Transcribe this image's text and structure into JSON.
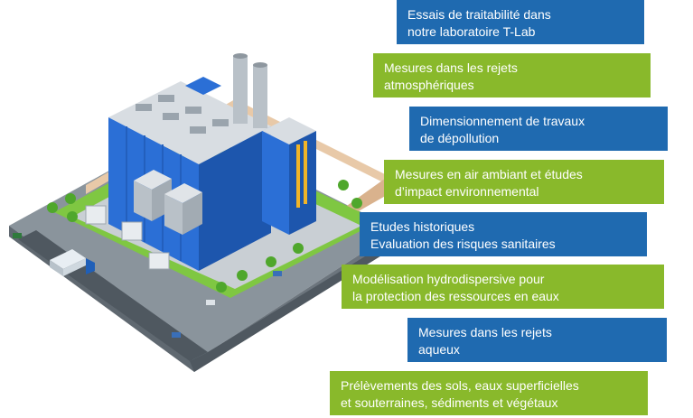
{
  "services": [
    {
      "text": "Essais de traitabilité dans\nnotre laboratoire T-Lab",
      "color": "blue"
    },
    {
      "text": "Mesures dans les rejets\natmosphériques",
      "color": "green"
    },
    {
      "text": "Dimensionnement de travaux\nde dépollution",
      "color": "blue"
    },
    {
      "text": "Mesures en air ambiant et études\nd’impact environnemental",
      "color": "green"
    },
    {
      "text": "Etudes historiques\nEvaluation des risques sanitaires",
      "color": "blue"
    },
    {
      "text": "Modélisation hydrodispersive pour\nla protection des ressources en eaux",
      "color": "green"
    },
    {
      "text": "Mesures dans les rejets\naqueux",
      "color": "blue"
    },
    {
      "text": "Prélèvements des sols, eaux superficielles\net souterraines, sédiments et végétaux",
      "color": "green"
    }
  ],
  "colors": {
    "blue_box": "#1f6ab0",
    "green_box": "#89b92b",
    "building_blue": "#2b6fd6",
    "ground_gray": "#7a8590",
    "grass": "#7fc742",
    "wall_orange": "#e8c9a8"
  },
  "illustration": "isometric-industrial-plant"
}
